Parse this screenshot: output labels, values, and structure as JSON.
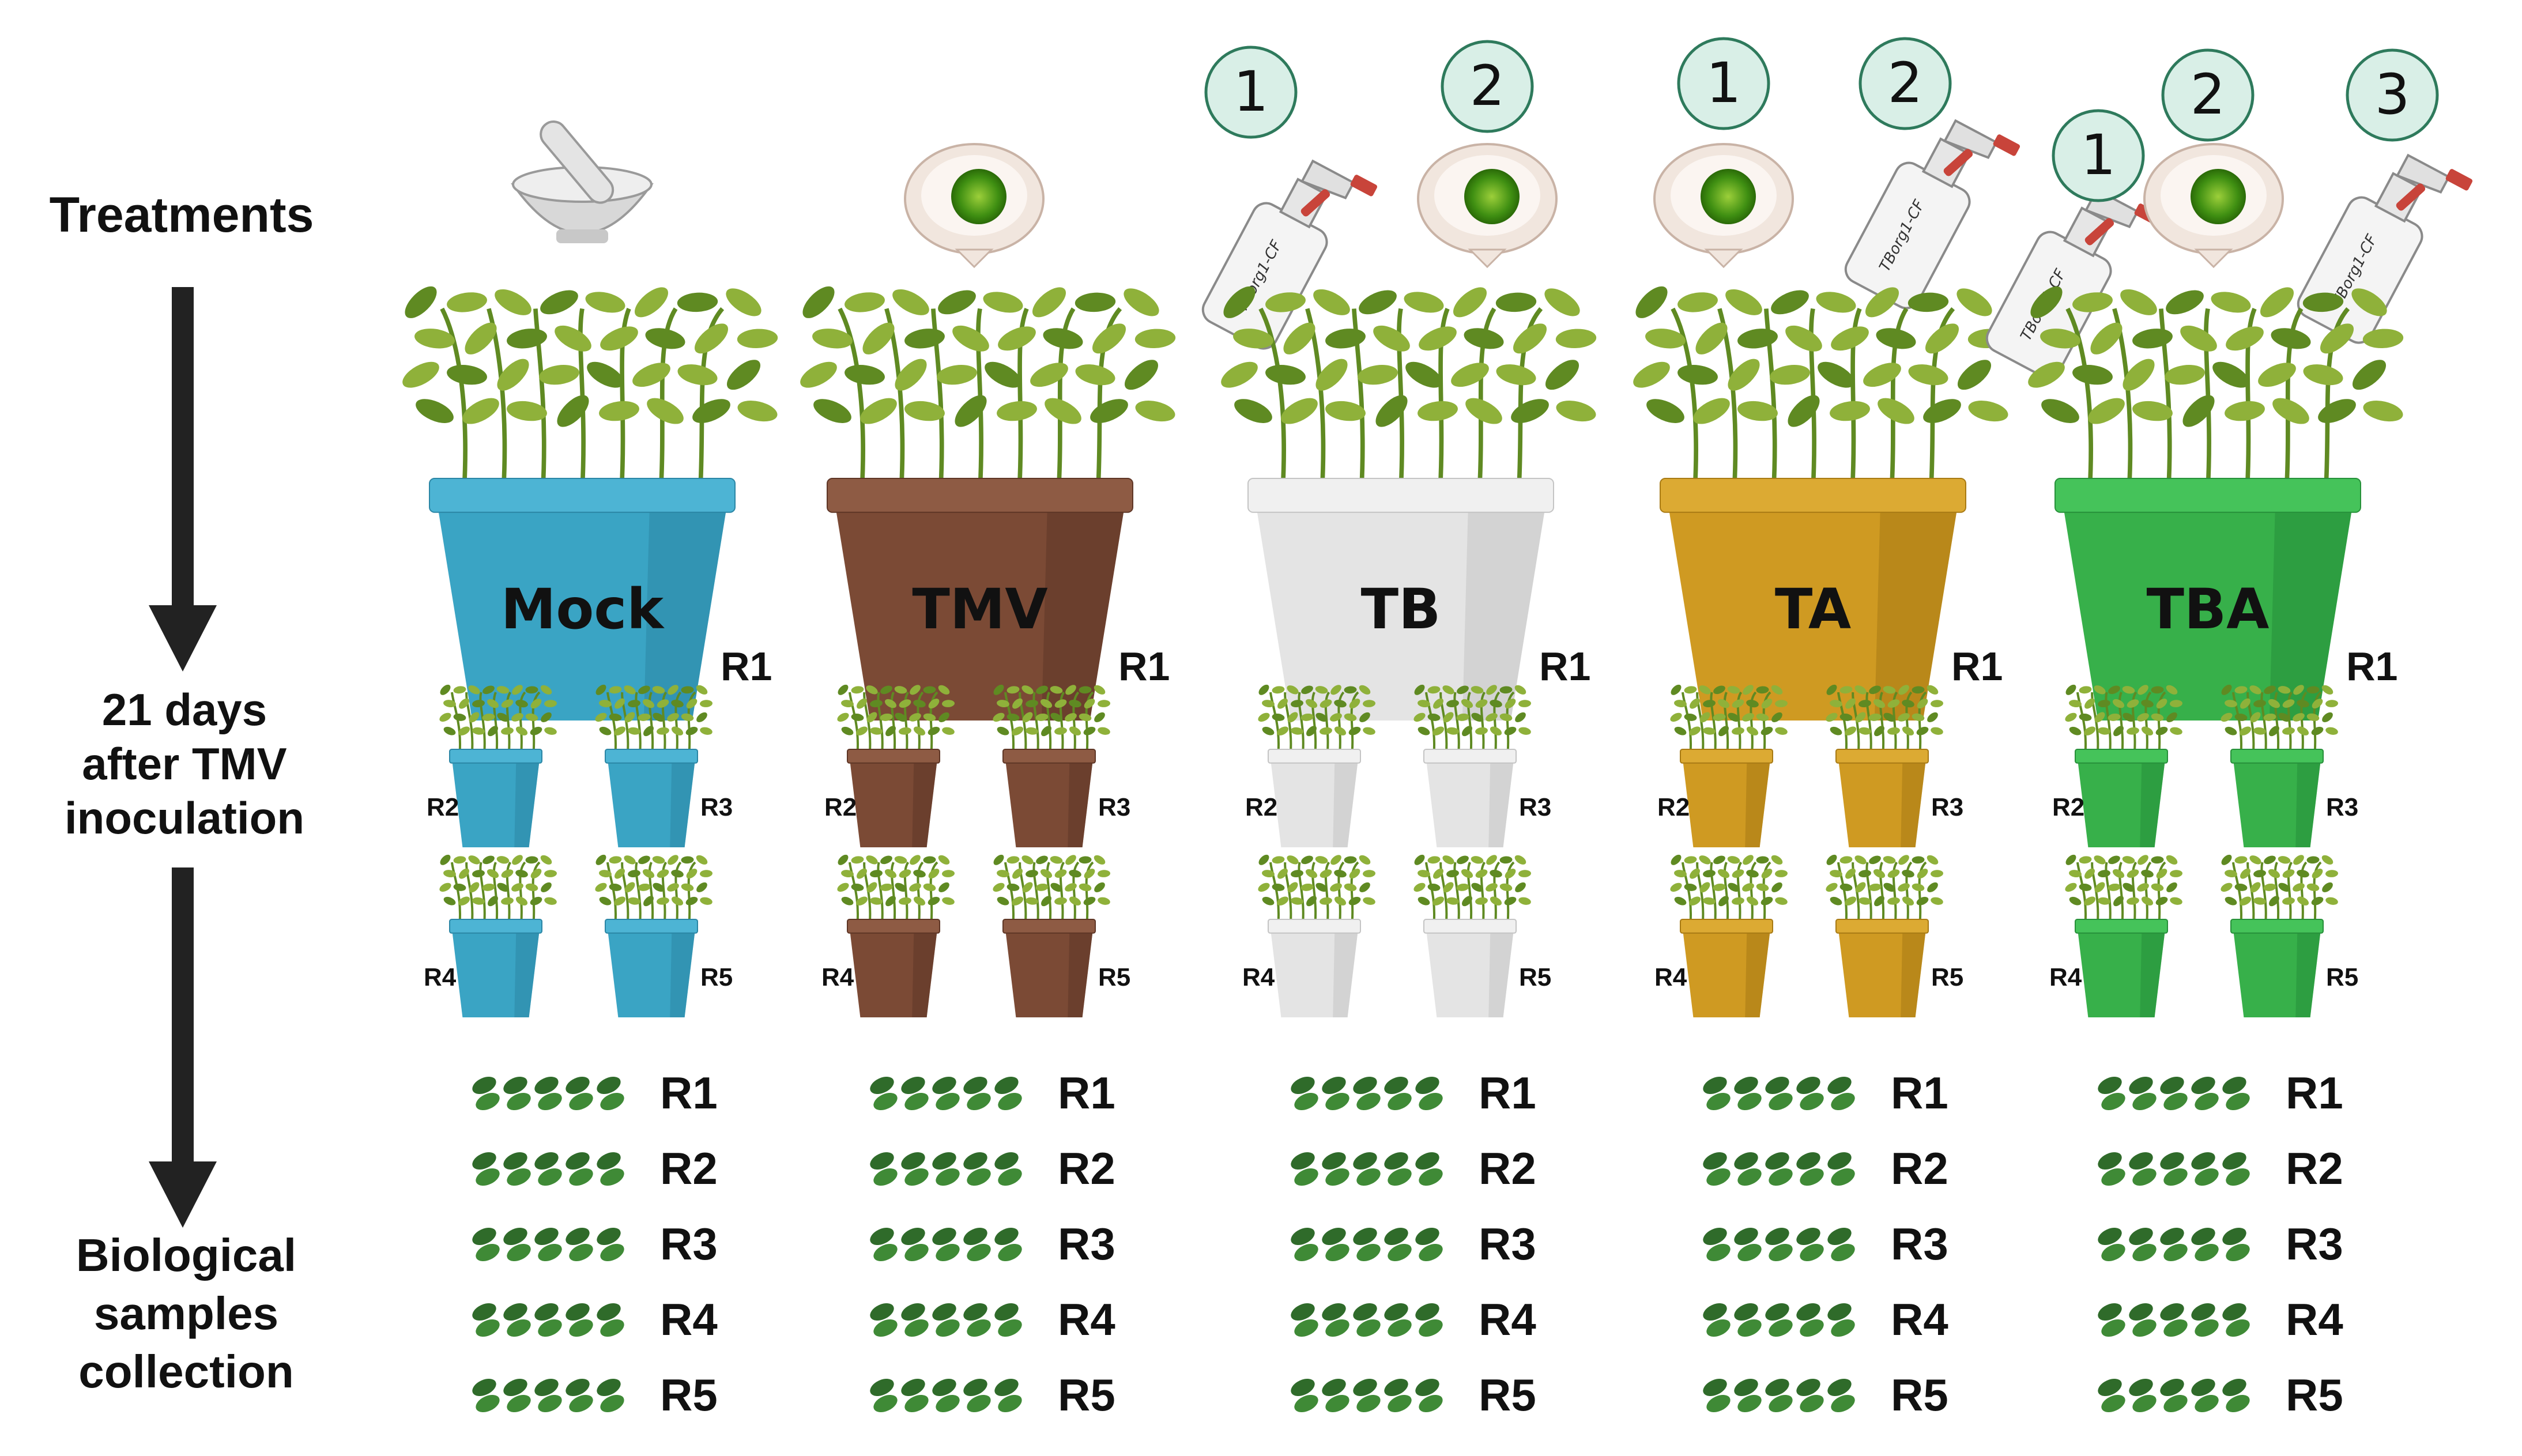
{
  "labels": {
    "treatments": "Treatments",
    "days": [
      "21 days",
      "after TMV",
      "inoculation"
    ],
    "collection": [
      "Biological",
      "samples",
      "collection"
    ]
  },
  "bottle_label": "TBorg1-CF",
  "colors": {
    "plant": "#8fb13a",
    "plant_dark": "#5f8a22",
    "leaf_sample": "#2f6b2a",
    "arrow": "#222222",
    "step_fill": "#d9efe7",
    "step_stroke": "#2e7a5c",
    "nozzle": "#c8443a"
  },
  "groups": [
    {
      "name": "Mock",
      "pot_color": "#3aa4c4",
      "rim_color": "#4db4d4",
      "shade_color": "#2b86a5",
      "treatment_items": [
        {
          "kind": "mortar"
        }
      ],
      "reps_small": [
        "R2",
        "R3",
        "R4",
        "R5"
      ],
      "main_rep": "R1",
      "samples": [
        "R1",
        "R2",
        "R3",
        "R4",
        "R5"
      ]
    },
    {
      "name": "TMV",
      "pot_color": "#7b4a35",
      "rim_color": "#8e5b44",
      "shade_color": "#5e3626",
      "treatment_items": [
        {
          "kind": "dish"
        }
      ],
      "reps_small": [
        "R2",
        "R3",
        "R4",
        "R5"
      ],
      "main_rep": "R1",
      "samples": [
        "R1",
        "R2",
        "R3",
        "R4",
        "R5"
      ]
    },
    {
      "name": "TB",
      "pot_color": "#e4e4e4",
      "rim_color": "#f0f0f0",
      "shade_color": "#c4c4c4",
      "treatment_items": [
        {
          "kind": "bottle",
          "step": "1"
        },
        {
          "kind": "dish",
          "step": "2"
        }
      ],
      "reps_small": [
        "R2",
        "R3",
        "R4",
        "R5"
      ],
      "main_rep": "R1",
      "samples": [
        "R1",
        "R2",
        "R3",
        "R4",
        "R5"
      ]
    },
    {
      "name": "TA",
      "pot_color": "#cf9a22",
      "rim_color": "#dcaa33",
      "shade_color": "#a87a14",
      "treatment_items": [
        {
          "kind": "dish",
          "step": "1"
        },
        {
          "kind": "bottle",
          "step": "2"
        }
      ],
      "reps_small": [
        "R2",
        "R3",
        "R4",
        "R5"
      ],
      "main_rep": "R1",
      "samples": [
        "R1",
        "R2",
        "R3",
        "R4",
        "R5"
      ]
    },
    {
      "name": "TBA",
      "pot_color": "#37b04a",
      "rim_color": "#45c35a",
      "shade_color": "#27903a",
      "treatment_items": [
        {
          "kind": "bottle",
          "step": "1"
        },
        {
          "kind": "dish",
          "step": "2"
        },
        {
          "kind": "bottle",
          "step": "3"
        }
      ],
      "reps_small": [
        "R2",
        "R3",
        "R4",
        "R5"
      ],
      "main_rep": "R1",
      "samples": [
        "R1",
        "R2",
        "R3",
        "R4",
        "R5"
      ]
    }
  ]
}
